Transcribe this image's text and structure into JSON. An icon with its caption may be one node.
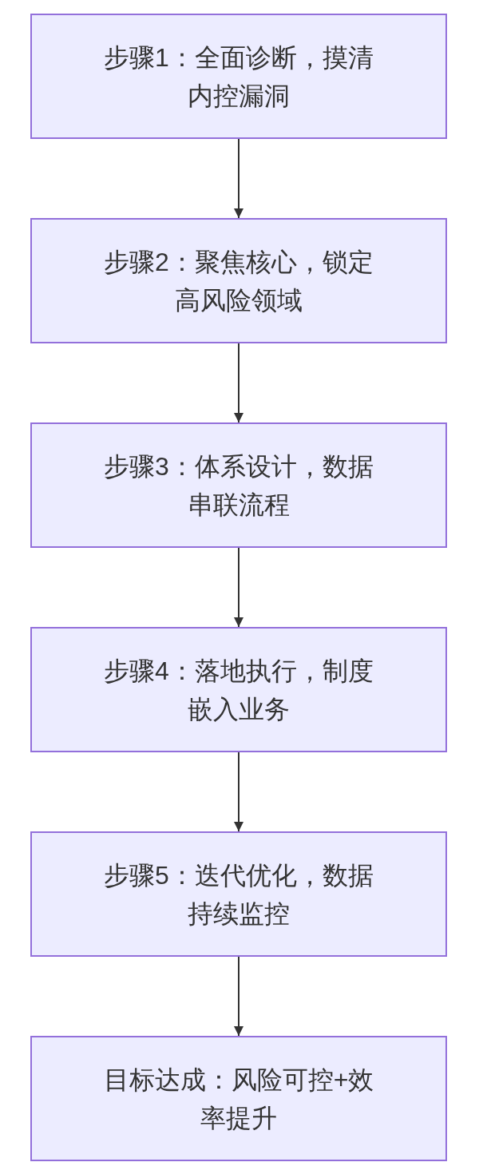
{
  "diagram": {
    "nodes": [
      {
        "text": [
          "步骤1：全面诊断，摸清内控漏洞"
        ]
      },
      {
        "text": [
          "步骤2：聚焦核心，锁定高风险领域"
        ]
      },
      {
        "text": [
          "步骤3：体系设计，数据串联流程"
        ]
      },
      {
        "text": [
          "步骤4：落地执行，制度嵌入业务"
        ]
      },
      {
        "text": [
          "步骤5：迭代优化，数据持续监控"
        ]
      },
      {
        "text": [
          "目标达成：风险可控+效率提升"
        ]
      }
    ],
    "edges": [
      {
        "from": 0,
        "to": 1,
        "arrow": "to"
      },
      {
        "from": 1,
        "to": 2,
        "arrow": "to"
      },
      {
        "from": 2,
        "to": 3,
        "arrow": "to"
      },
      {
        "from": 3,
        "to": 4,
        "arrow": "to"
      },
      {
        "from": 4,
        "to": 5,
        "arrow": "to"
      }
    ]
  }
}
